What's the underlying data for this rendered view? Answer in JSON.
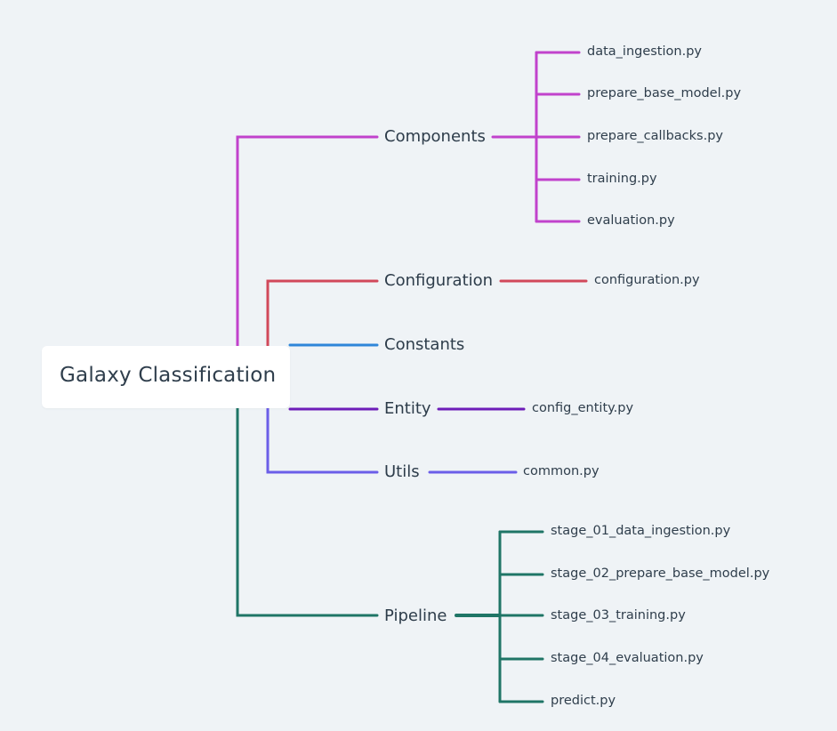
{
  "root": {
    "label": "Galaxy Classification"
  },
  "colors": {
    "components": "#c142cc",
    "configuration": "#d1485a",
    "constants": "#2f86d9",
    "entity": "#6d1cb8",
    "utils": "#6b5ee8",
    "pipeline": "#1f7566"
  },
  "branches": {
    "components": {
      "label": "Components",
      "files": [
        "data_ingestion.py",
        "prepare_base_model.py",
        "prepare_callbacks.py",
        "training.py",
        "evaluation.py"
      ]
    },
    "configuration": {
      "label": "Configuration",
      "files": [
        "configuration.py"
      ]
    },
    "constants": {
      "label": "Constants",
      "files": []
    },
    "entity": {
      "label": "Entity",
      "files": [
        "config_entity.py"
      ]
    },
    "utils": {
      "label": "Utils",
      "files": [
        "common.py"
      ]
    },
    "pipeline": {
      "label": "Pipeline",
      "files": [
        "stage_01_data_ingestion.py",
        "stage_02_prepare_base_model.py",
        "stage_03_training.py",
        "stage_04_evaluation.py",
        "predict.py"
      ]
    }
  }
}
